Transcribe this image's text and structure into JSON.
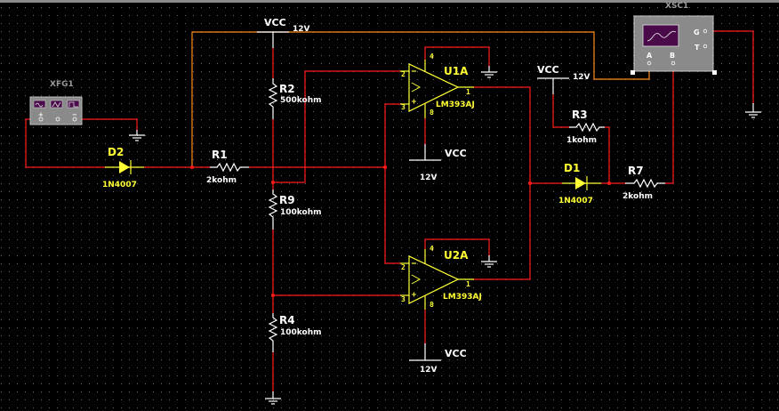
{
  "colors": {
    "background": "#000000",
    "wire": "#ff1a1a",
    "wire_probe_a": "#ff8c1a",
    "component": "#ffff33",
    "passive": "#ffffff",
    "instrument_body": "#8a8a8a",
    "instrument_screen": "#4a0a4a"
  },
  "instruments": {
    "function_generator": {
      "ref": "XFG1",
      "terminals": [
        "+",
        "COM",
        "−"
      ],
      "waveforms": [
        "sine-icon",
        "triangle-icon",
        "square-icon"
      ]
    },
    "oscilloscope": {
      "ref": "XSC1",
      "channels": [
        "A",
        "B"
      ],
      "terminals": [
        "G",
        "T"
      ]
    }
  },
  "components": {
    "D2": {
      "ref": "D2",
      "value": "1N4007"
    },
    "D1": {
      "ref": "D1",
      "value": "1N4007"
    },
    "R1": {
      "ref": "R1",
      "value": "2kohm"
    },
    "R2": {
      "ref": "R2",
      "value": "500kohm"
    },
    "R9": {
      "ref": "R9",
      "value": "100kohm"
    },
    "R4": {
      "ref": "R4",
      "value": "100kohm"
    },
    "R3": {
      "ref": "R3",
      "value": "1kohm"
    },
    "R7": {
      "ref": "R7",
      "value": "2kohm"
    },
    "U1A": {
      "ref": "U1A",
      "value": "LM393AJ",
      "pins": {
        "vplus": "4",
        "inv": "2",
        "noninv": "3",
        "out": "1",
        "vminus": "8"
      }
    },
    "U2A": {
      "ref": "U2A",
      "value": "LM393AJ",
      "pins": {
        "vplus": "4",
        "inv": "2",
        "noninv": "3",
        "out": "1",
        "vminus": "8"
      }
    }
  },
  "sources": {
    "vcc_top": {
      "name": "VCC",
      "voltage": "12V"
    },
    "vcc_u1": {
      "name": "VCC",
      "voltage": "12V"
    },
    "vcc_u2": {
      "name": "VCC",
      "voltage": "12V"
    },
    "vcc_r3": {
      "name": "VCC",
      "voltage": "12V"
    }
  }
}
